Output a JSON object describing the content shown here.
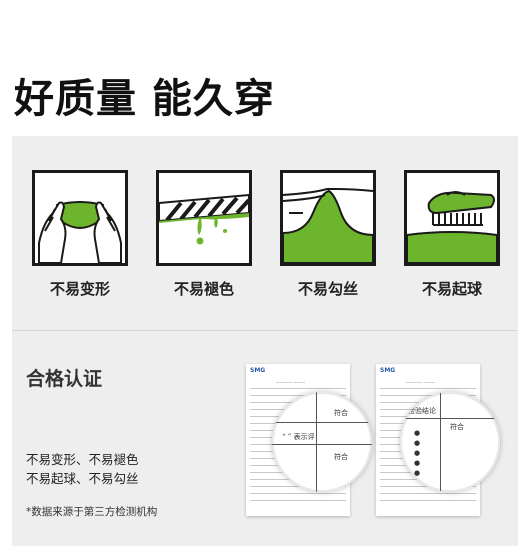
{
  "headline": "好质量 能久穿",
  "features": [
    {
      "label": "不易变形",
      "icon": "hands-stretch-icon"
    },
    {
      "label": "不易褪色",
      "icon": "rope-drip-icon"
    },
    {
      "label": "不易勾丝",
      "icon": "hook-fabric-icon"
    },
    {
      "label": "不易起球",
      "icon": "brush-fabric-icon"
    }
  ],
  "certification": {
    "title": "合格认证",
    "line1": "不易变形、不易褪色",
    "line2": "不易起球、不易勾丝",
    "note": "*数据来源于第三方检测机构"
  },
  "documents": [
    {
      "logo": "SMG",
      "lens_text_a": "符合",
      "lens_text_b": "“ ” 表示评"
    },
    {
      "logo": "SMG",
      "lens_text_a": "检验结论",
      "lens_text_b": "符合"
    }
  ],
  "colors": {
    "accent": "#6cb52c",
    "panel": "#eeeeee",
    "border": "#1a1a1a"
  }
}
